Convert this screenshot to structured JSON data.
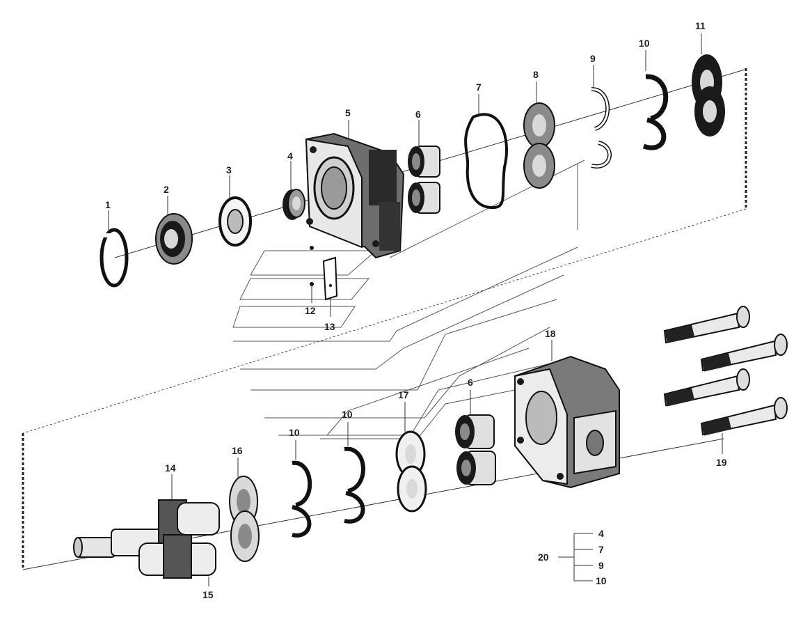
{
  "callouts": {
    "c1": "1",
    "c2": "2",
    "c3": "3",
    "c4": "4",
    "c5": "5",
    "c6a": "6",
    "c6b": "6",
    "c7": "7",
    "c8": "8",
    "c9": "9",
    "c10a": "10",
    "c10b": "10",
    "c10c": "10",
    "c11": "11",
    "c12": "12",
    "c13": "13",
    "c14": "14",
    "c15": "15",
    "c16": "16",
    "c17": "17",
    "c18": "18",
    "c19": "19"
  },
  "kit": {
    "label": "20",
    "items": [
      "4",
      "7",
      "9",
      "10"
    ]
  }
}
